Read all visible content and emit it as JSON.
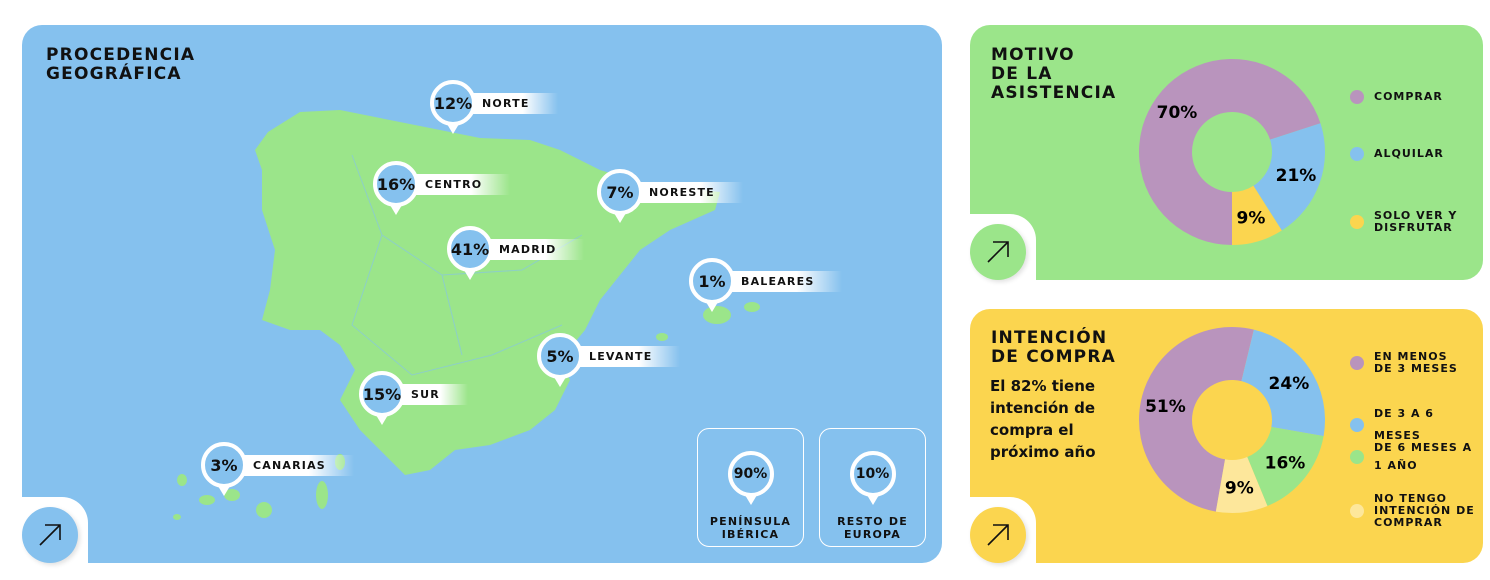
{
  "map": {
    "title_line1": "PROCEDENCIA",
    "title_line2": "GEOGRÁFICA",
    "regions": [
      {
        "pct": "12%",
        "name": "NORTE"
      },
      {
        "pct": "16%",
        "name": "CENTRO"
      },
      {
        "pct": "7%",
        "name": "NORESTE"
      },
      {
        "pct": "41%",
        "name": "MADRID"
      },
      {
        "pct": "1%",
        "name": "BALEARES"
      },
      {
        "pct": "5%",
        "name": "LEVANTE"
      },
      {
        "pct": "15%",
        "name": "SUR"
      },
      {
        "pct": "3%",
        "name": "CANARIAS"
      }
    ],
    "summary": [
      {
        "pct": "90%",
        "line1": "PENÍNSULA",
        "line2": "IBÉRICA"
      },
      {
        "pct": "10%",
        "line1": "RESTO DE",
        "line2": "EUROPA"
      }
    ],
    "arrow_icon": "arrow-up-right-icon"
  },
  "motivo": {
    "title": [
      "MOTIVO",
      "DE LA",
      "ASISTENCIA"
    ],
    "legend": [
      "COMPRAR",
      "ALQUILAR",
      "SOLO VER Y DISFRUTAR"
    ],
    "arrow_icon": "arrow-up-right-icon"
  },
  "intencion": {
    "title": [
      "INTENCIÓN",
      "DE COMPRA"
    ],
    "subtitle": [
      "El 82% tiene",
      "intención de",
      "compra el",
      "próximo año"
    ],
    "legend": [
      "EN MENOS DE 3 MESES",
      "DE 3 A 6 MESES",
      "DE 6 MESES A 1 AÑO",
      "NO TENGO INTENCIÓN DE COMPRAR"
    ],
    "arrow_icon": "arrow-up-right-icon"
  },
  "chart_data": [
    {
      "type": "pie",
      "title": "MOTIVO DE LA ASISTENCIA",
      "categories": [
        "COMPRAR",
        "ALQUILAR",
        "SOLO VER Y DISFRUTAR"
      ],
      "values": [
        70,
        21,
        9
      ],
      "labels": [
        "70%",
        "21%",
        "9%"
      ],
      "colors": [
        "#b994bd",
        "#85c1ee",
        "#fbd54f"
      ]
    },
    {
      "type": "pie",
      "title": "INTENCIÓN DE COMPRA",
      "categories": [
        "EN MENOS DE 3 MESES",
        "DE 3 A 6 MESES",
        "DE 6 MESES A 1 AÑO",
        "NO TENGO INTENCIÓN DE COMPRAR"
      ],
      "values": [
        51,
        24,
        16,
        9
      ],
      "labels": [
        "51%",
        "24%",
        "16%",
        "9%"
      ],
      "colors": [
        "#b994bd",
        "#85c1ee",
        "#9be58a",
        "#fde79b"
      ]
    }
  ],
  "colors": {
    "blue": "#85c1ee",
    "green": "#9be58a",
    "yellow": "#fbd54f",
    "purple": "#b994bd"
  }
}
